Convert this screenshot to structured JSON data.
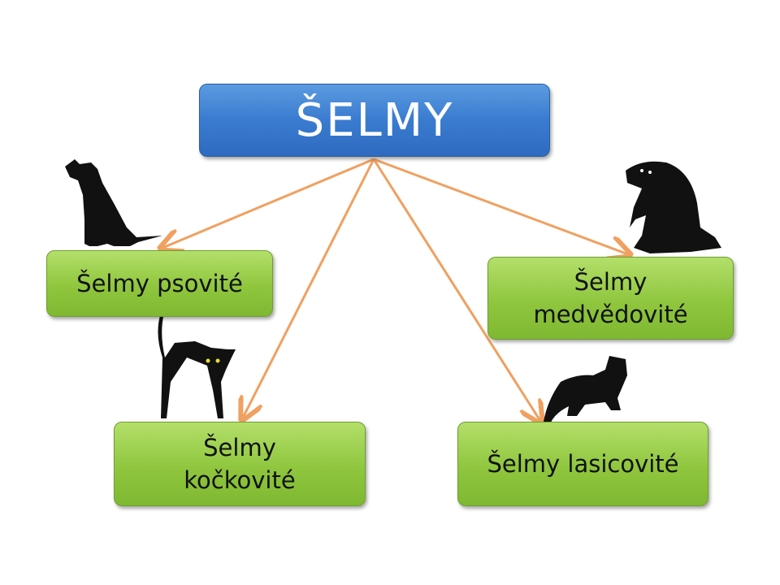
{
  "root": {
    "label": "ŠELMY"
  },
  "children": [
    {
      "label": "Šelmy psovité"
    },
    {
      "label": "Šelmy medvědovité"
    },
    {
      "label": "Šelmy kočkovité"
    },
    {
      "label": "Šelmy lasicovité"
    }
  ],
  "colors": {
    "root": "#3a7bd0",
    "leaf": "#8fc63e",
    "arrow": "#f0a060"
  }
}
